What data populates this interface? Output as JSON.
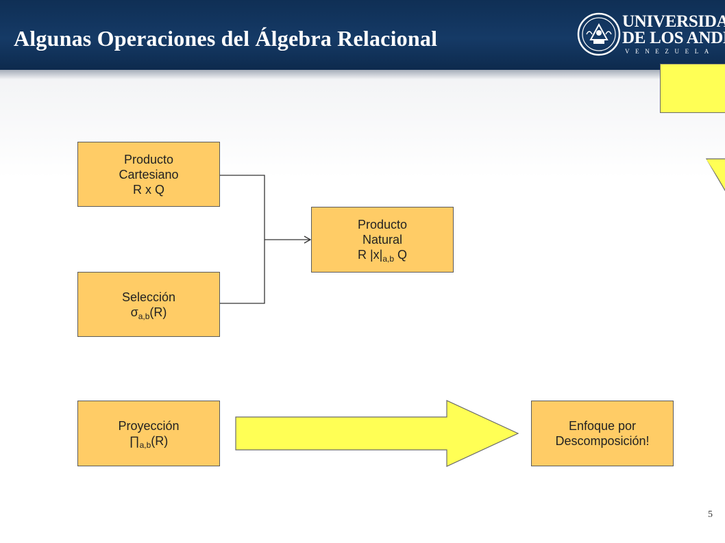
{
  "header": {
    "title": "Algunas Operaciones del Álgebra Relacional",
    "logo": {
      "line1": "UNIVERSIDAD",
      "line2": "DE LOS ANDES",
      "line3": "VENEZUELA"
    }
  },
  "diagram": {
    "cartesian": {
      "line1": "Producto",
      "line2": "Cartesiano",
      "line3": "R x Q"
    },
    "natural": {
      "line1": "Producto",
      "line2": "Natural",
      "op": "R |x|",
      "sub": "a,b",
      "tail": " Q"
    },
    "selection": {
      "line1": "Selección",
      "symbol": "σ",
      "sub": "a,b",
      "arg": "(R)"
    },
    "projection": {
      "line1": "Proyección",
      "symbol": "∏",
      "sub": "a,b",
      "arg": "(R)"
    },
    "enfoque": {
      "line1": "Enfoque por",
      "line2": "Descomposición!"
    }
  },
  "colors": {
    "box_fill": "#ffcc66",
    "arrow_fill": "#ffff55",
    "header_bg": "#153a66"
  },
  "footer": {
    "page_number": "5"
  }
}
